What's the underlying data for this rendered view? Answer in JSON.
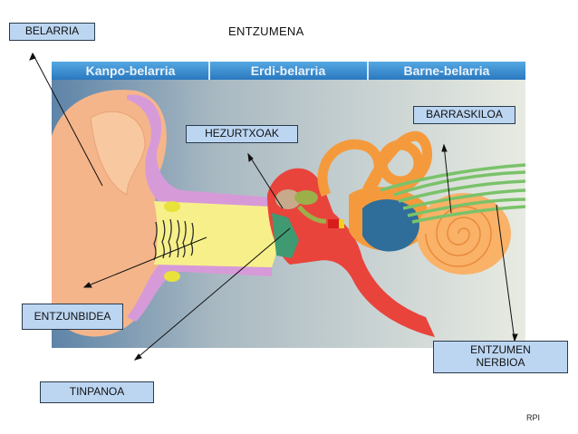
{
  "title": "ENTZUMENA",
  "header_sections": [
    "Kanpo-belarria",
    "Erdi-belarria",
    "Barne-belarria"
  ],
  "labels": {
    "belarria": "BELARRIA",
    "hezurtxoak": "HEZURTXOAK",
    "barraskiloa": "BARRASKILOA",
    "entzunbidea": "ENTZUNBIDEA",
    "entzumen_nerbioa_line1": "ENTZUMEN",
    "entzumen_nerbioa_line2": "NERBIOA",
    "tinpanoa": "TINPANOA"
  },
  "credit": "RPI",
  "colors": {
    "label_fill": "#bcd6f2",
    "header_bar": "#3a8fd0",
    "outer_ear": "#f5b58a",
    "cartilage": "#d79ad8",
    "canal": "#f7f08a",
    "middle_ear": "#e8443c",
    "inner_ear": "#f59a3c",
    "nerve": "#7ac26a"
  }
}
